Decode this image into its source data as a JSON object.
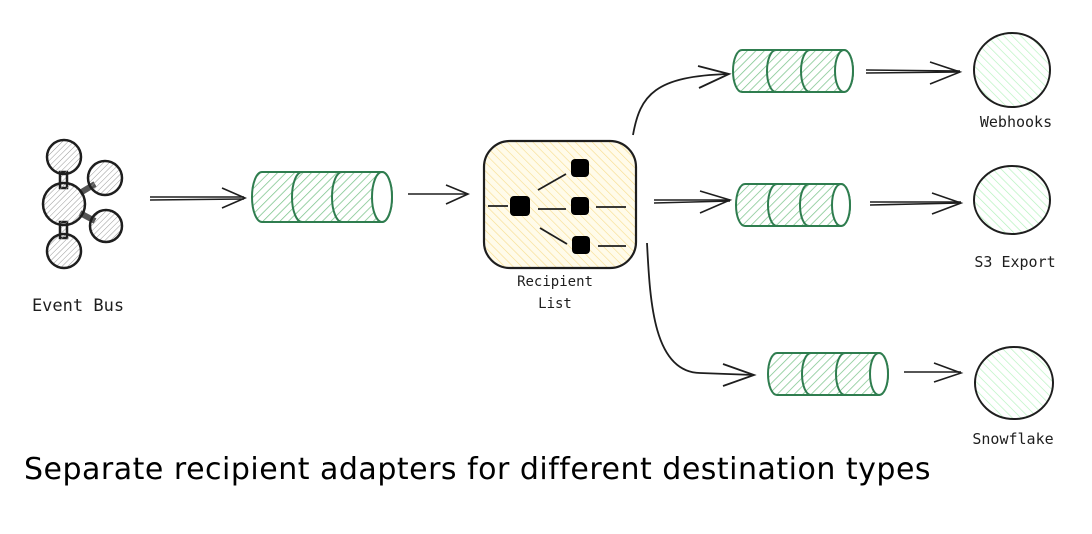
{
  "caption": "Separate recipient adapters for different destination types",
  "nodes": {
    "event_bus": {
      "label": "Event Bus"
    },
    "recipient_list": {
      "label_line1": "Recipient",
      "label_line2": "List"
    },
    "webhooks": {
      "label": "Webhooks"
    },
    "s3_export": {
      "label": "S3 Export"
    },
    "snowflake": {
      "label": "Snowflake"
    }
  },
  "colors": {
    "stroke": "#1e1e1e",
    "queue_stroke": "#2f7d4f",
    "queue_hatch": "#7cc48c",
    "destination_hatch": "#b2f2bb",
    "router_fill": "#fff3bf",
    "router_hatch": "#f5d76e"
  }
}
